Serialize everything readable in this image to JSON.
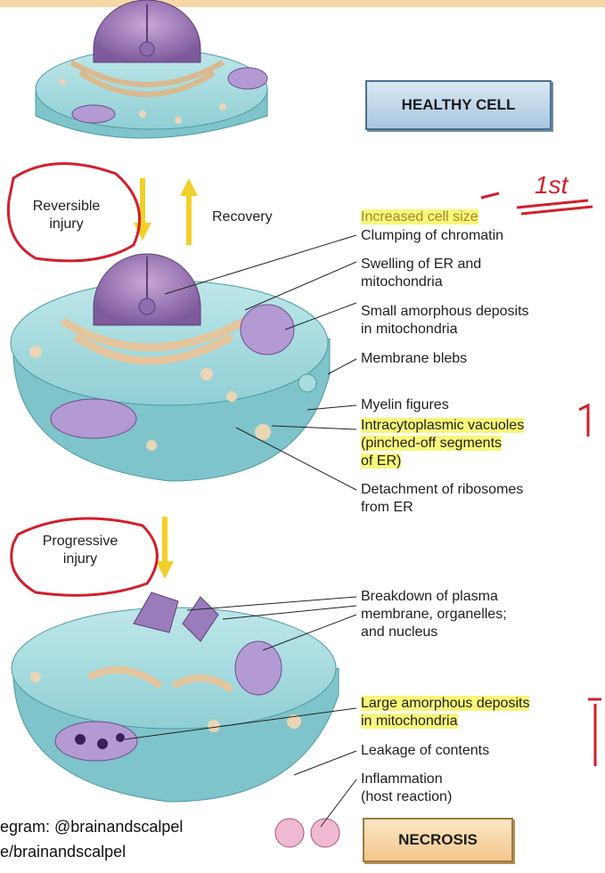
{
  "boxes": {
    "healthy": "HEALTHY CELL",
    "necrosis": "NECROSIS"
  },
  "arrows": {
    "reversible": "Reversible injury",
    "recovery": "Recovery",
    "progressive": "Progressive injury"
  },
  "reversible_labels": [
    "Increased cell size",
    "Clumping of chromatin",
    "Swelling of ER and",
    "mitochondria",
    "Small amorphous deposits",
    "in mitochondria",
    "Membrane blebs",
    "Myelin figures",
    "Intracytoplasmic vacuoles",
    "(pinched-off segments",
    "of ER)",
    "Detachment of ribosomes",
    "from ER"
  ],
  "necrosis_labels": [
    "Breakdown of plasma",
    "membrane, organelles;",
    "and nucleus",
    "Large amorphous deposits",
    "in mitochondria",
    "Leakage of contents",
    "Inflammation",
    "(host reaction)"
  ],
  "annotation": "1st",
  "watermark": {
    "line1": "egram: @brainandscalpel",
    "line2": "e/brainandscalpel"
  },
  "colors": {
    "cytoplasm": "#a9dcdf",
    "highlight": "#f7f77a",
    "pen": "#d0202c",
    "arrow": "#f2d02a"
  }
}
